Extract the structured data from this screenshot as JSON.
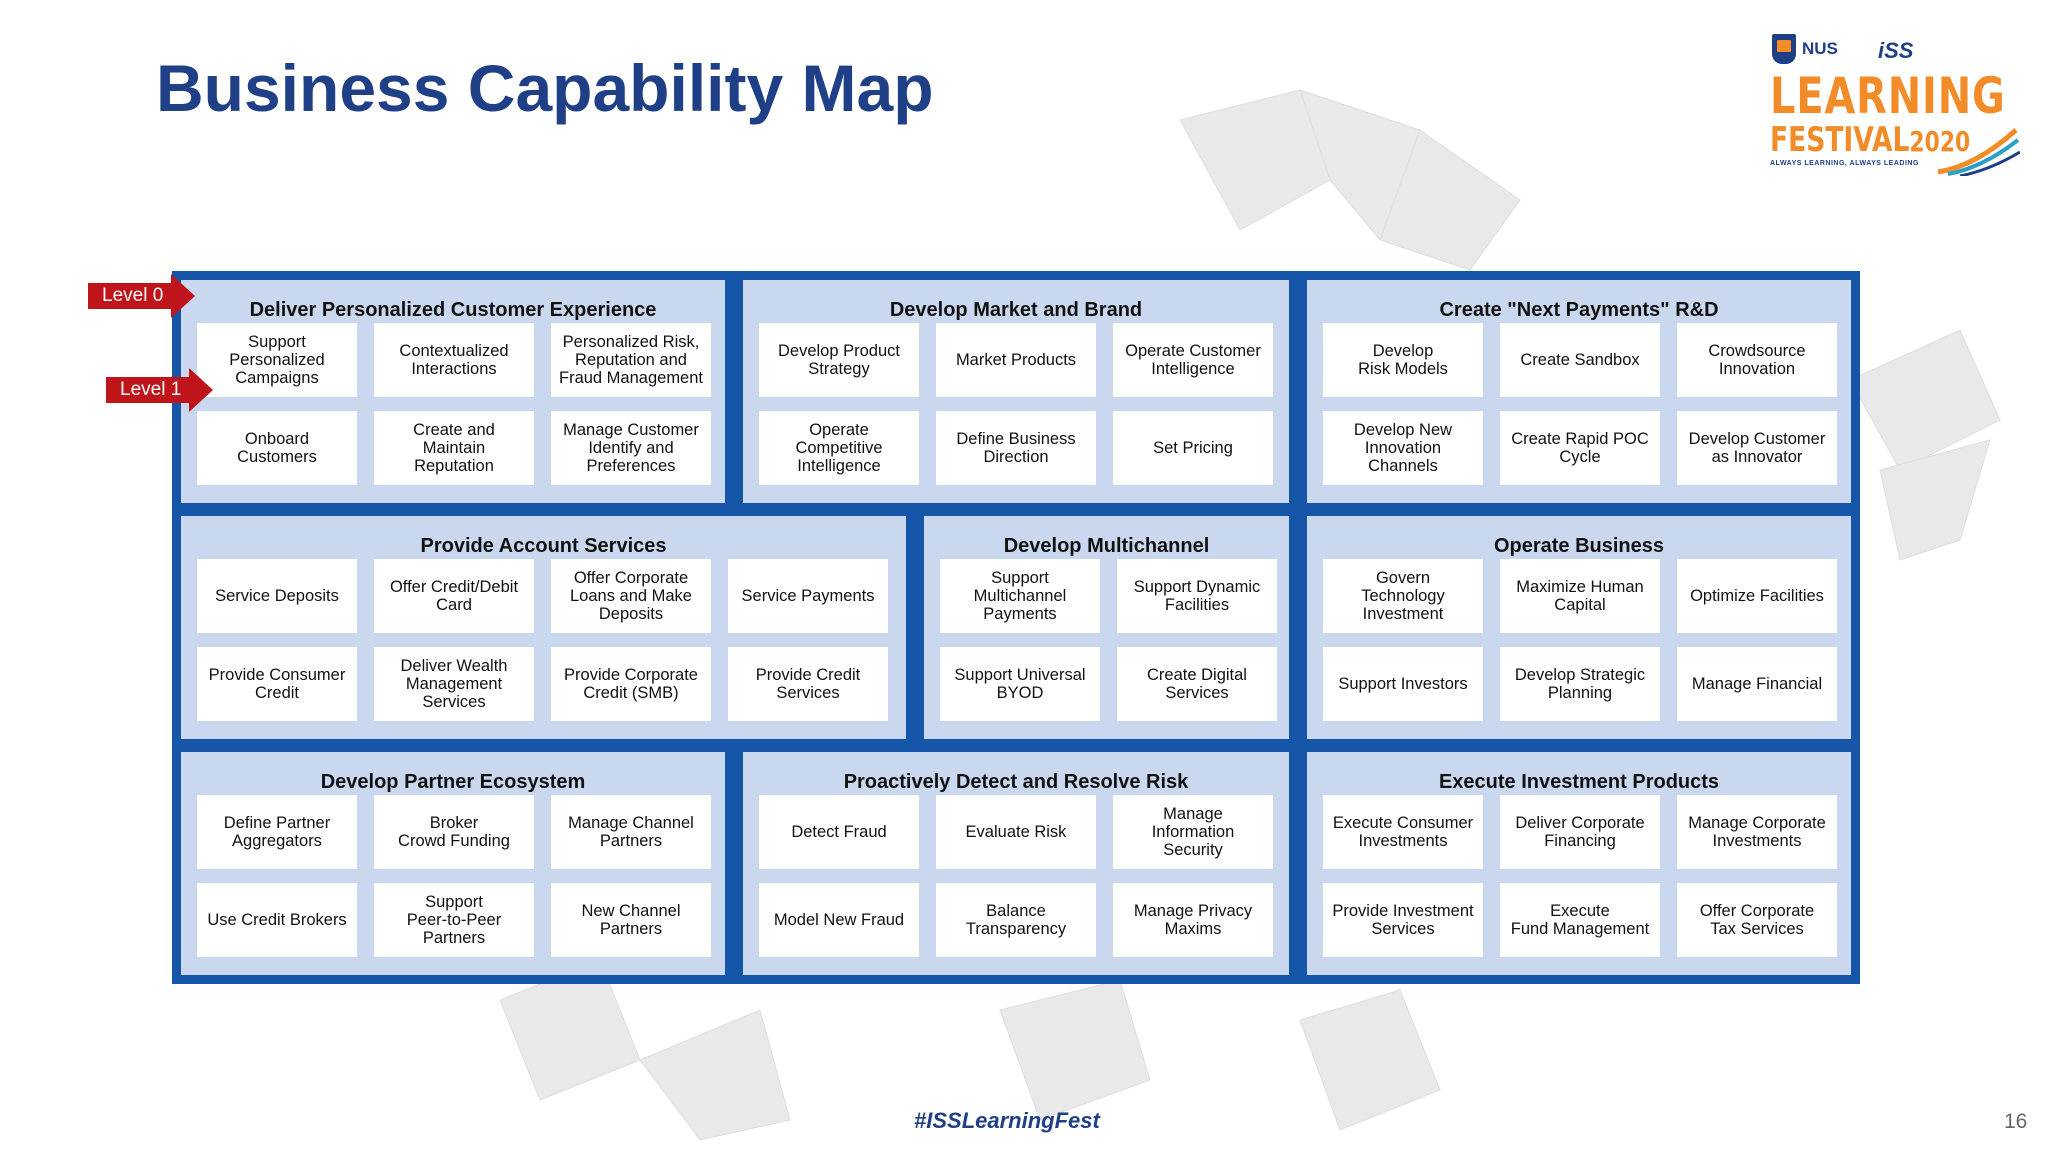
{
  "title": "Business Capability Map",
  "logo": {
    "nus": "NUS",
    "iss": "iSS",
    "line1": "LEARNING",
    "line2": "FESTIVAL",
    "year": "2020",
    "tagline": "ALWAYS LEARNING, ALWAYS LEADING"
  },
  "level_markers": {
    "level0": "Level 0",
    "level1": "Level 1"
  },
  "colors": {
    "title": "#1f3f87",
    "map_frame": "#1656a8",
    "group_fill": "#c9d8ee",
    "level_marker": "#c0141b",
    "logo_orange": "#f28c28"
  },
  "groups": [
    {
      "title": "Deliver Personalized Customer Experience",
      "items": [
        "Support\nPersonalized\nCampaigns",
        "Contextualized\nInteractions",
        "Personalized Risk,\nReputation and\nFraud Management",
        "Onboard\nCustomers",
        "Create and\nMaintain\nReputation",
        "Manage Customer\nIdentify and\nPreferences"
      ]
    },
    {
      "title": "Develop Market and Brand",
      "items": [
        "Develop Product\nStrategy",
        "Market Products",
        "Operate Customer\nIntelligence",
        "Operate\nCompetitive\nIntelligence",
        "Define Business\nDirection",
        "Set Pricing"
      ]
    },
    {
      "title": "Create \"Next Payments\" R&D",
      "items": [
        "Develop\nRisk Models",
        "Create Sandbox",
        "Crowdsource\nInnovation",
        "Develop New\nInnovation\nChannels",
        "Create Rapid POC\nCycle",
        "Develop Customer\nas Innovator"
      ]
    },
    {
      "title": "Provide Account Services",
      "items": [
        "Service Deposits",
        "Offer Credit/Debit\nCard",
        "Offer Corporate\nLoans and Make\nDeposits",
        "Service Payments",
        "Provide Consumer\nCredit",
        "Deliver Wealth\nManagement\nServices",
        "Provide Corporate\nCredit (SMB)",
        "Provide Credit\nServices"
      ]
    },
    {
      "title": "Develop Multichannel",
      "items": [
        "Support\nMultichannel\nPayments",
        "Support Dynamic\nFacilities",
        "Support Universal\nBYOD",
        "Create Digital\nServices"
      ]
    },
    {
      "title": "Operate Business",
      "items": [
        "Govern\nTechnology\nInvestment",
        "Maximize Human\nCapital",
        "Optimize Facilities",
        "Support Investors",
        "Develop Strategic\nPlanning",
        "Manage Financial"
      ]
    },
    {
      "title": "Develop Partner Ecosystem",
      "items": [
        "Define Partner\nAggregators",
        "Broker\nCrowd Funding",
        "Manage Channel\nPartners",
        "Use Credit Brokers",
        "Support\nPeer-to-Peer\nPartners",
        "New Channel\nPartners"
      ]
    },
    {
      "title": "Proactively Detect and Resolve Risk",
      "items": [
        "Detect Fraud",
        "Evaluate Risk",
        "Manage\nInformation\nSecurity",
        "Model New Fraud",
        "Balance\nTransparency",
        "Manage Privacy\nMaxims"
      ]
    },
    {
      "title": "Execute Investment Products",
      "items": [
        "Execute Consumer\nInvestments",
        "Deliver Corporate\nFinancing",
        "Manage Corporate\nInvestments",
        "Provide Investment\nServices",
        "Execute\nFund Management",
        "Offer Corporate\nTax Services"
      ]
    }
  ],
  "footer": {
    "hashtag": "#ISSLearningFest",
    "page": "16"
  }
}
